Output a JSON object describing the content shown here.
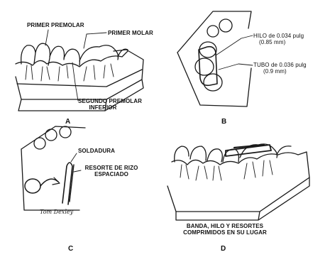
{
  "panel_a": {
    "letter": "A",
    "label_primer_premolar": "PRIMER PREMOLAR",
    "label_primer_molar": "PRIMER MOLAR",
    "label_segundo_premolar_1": "SEGUNDO PREMOLAR",
    "label_segundo_premolar_2": "INFERIOR"
  },
  "panel_b": {
    "letter": "B",
    "label_hilo_1": "HILO de 0.034 pulg",
    "label_hilo_2": "(0.85 mm)",
    "label_tubo_1": "TUBO de 0.036 pulg",
    "label_tubo_2": "(0.9 mm)"
  },
  "panel_c": {
    "letter": "C",
    "label_soldadura": "SOLDADURA",
    "label_resorte_1": "RESORTE DE RIZO",
    "label_resorte_2": "ESPACIADO",
    "signature": "Tom Dexley"
  },
  "panel_d": {
    "letter": "D",
    "label_banda_1": "BANDA, HILO Y RESORTES",
    "label_banda_2": "COMPRIMIDOS EN SU LUGAR"
  }
}
